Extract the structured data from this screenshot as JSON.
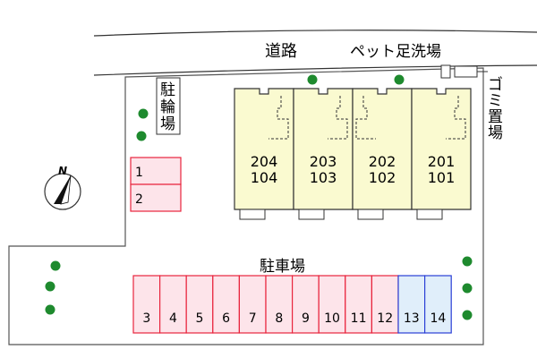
{
  "labels": {
    "road": "道路",
    "pet_wash": "ペット足洗場",
    "garbage": [
      "ゴ",
      "ミ",
      "置",
      "場"
    ],
    "bicycle": [
      "駐",
      "輪",
      "場"
    ],
    "parking": "駐車場",
    "north": "N"
  },
  "units": [
    {
      "upper": "204",
      "lower": "104"
    },
    {
      "upper": "203",
      "lower": "103"
    },
    {
      "upper": "202",
      "lower": "102"
    },
    {
      "upper": "201",
      "lower": "101"
    }
  ],
  "parking_left": [
    {
      "num": "1"
    },
    {
      "num": "2"
    }
  ],
  "parking_bottom": [
    {
      "num": "3",
      "type": "red"
    },
    {
      "num": "4",
      "type": "red"
    },
    {
      "num": "5",
      "type": "red"
    },
    {
      "num": "6",
      "type": "red"
    },
    {
      "num": "7",
      "type": "red"
    },
    {
      "num": "8",
      "type": "red"
    },
    {
      "num": "9",
      "type": "red"
    },
    {
      "num": "10",
      "type": "red"
    },
    {
      "num": "11",
      "type": "red"
    },
    {
      "num": "12",
      "type": "red"
    },
    {
      "num": "13",
      "type": "blue"
    },
    {
      "num": "14",
      "type": "blue"
    }
  ],
  "colors": {
    "building_fill": "#fafad0",
    "parking_red_fill": "#fde4ea",
    "parking_red_stroke": "#e8243c",
    "parking_blue_fill": "#e0eefa",
    "parking_blue_stroke": "#2a3fd6",
    "tree": "#1e8a2e",
    "outline": "#333333"
  }
}
